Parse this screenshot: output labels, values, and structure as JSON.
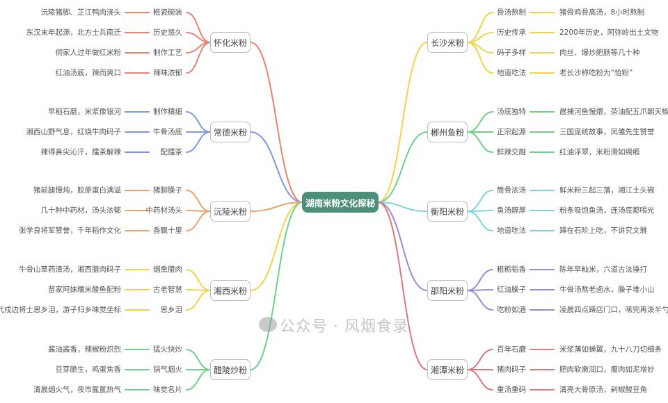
{
  "center": "湖南米粉文化探秘",
  "center_color": "#4e8f7c",
  "left": [
    {
      "name": "怀化米粉",
      "color": "#e8836f",
      "items": [
        {
          "label": "粗瓷碗装",
          "detail": "沅陵猪脚、芷江鸭肉浇头"
        },
        {
          "label": "历史悠久",
          "detail": "东汉末年起源，北方士兵南迁"
        },
        {
          "label": "制作工艺",
          "detail": "侗家人过年做红米粉"
        },
        {
          "label": "辣味浓郁",
          "detail": "红油汤底，辣而爽口"
        }
      ]
    },
    {
      "name": "常德米粉",
      "color": "#8096e0",
      "items": [
        {
          "label": "制作精细",
          "detail": "早稻石磨，米浆像银河"
        },
        {
          "label": "牛骨汤底",
          "detail": "湘西山野气息，红烧牛肉码子"
        },
        {
          "label": "配擂茶",
          "detail": "辣得鼻尖沁汗，擂茶解辣"
        }
      ]
    },
    {
      "name": "沅陵米粉",
      "color": "#f0a070",
      "items": [
        {
          "label": "猪脚臊子",
          "detail": "猪前腿慢炖，胶原蛋白满溢"
        },
        {
          "label": "中药材汤头",
          "detail": "几十种中药材，汤头浓郁"
        },
        {
          "label": "香飘十里",
          "detail": "张学良将军赞誉，千年稻作文化"
        }
      ]
    },
    {
      "name": "湘西米粉",
      "color": "#f2d24e",
      "items": [
        {
          "label": "烟熏腊肉",
          "detail": "牛骨山草药清汤，湘西腊肉码子"
        },
        {
          "label": "古老智慧",
          "detail": "苗家阿妹糯米酸鱼配粉"
        },
        {
          "label": "思乡泪",
          "detail": "清代戍边将士思乡泪，游子归乡味觉坐标"
        }
      ]
    },
    {
      "name": "醴陵炒粉",
      "color": "#6fd08a",
      "items": [
        {
          "label": "猛火快炒",
          "detail": "酱油酱香，辣椒粉炽烈"
        },
        {
          "label": "锅气烟火",
          "detail": "豆芽脆生，鸡蛋焦香"
        },
        {
          "label": "味觉名片",
          "detail": "清晨烟火气，夜市氤氲热气"
        }
      ]
    }
  ],
  "right": [
    {
      "name": "长沙米粉",
      "color": "#f2d24e",
      "items": [
        {
          "label": "骨汤熬制",
          "detail": "猪骨鸡骨高汤，8小时熬制"
        },
        {
          "label": "历史传承",
          "detail": "2200年历史，阿弥岭出土文物"
        },
        {
          "label": "码子多样",
          "detail": "肉丝、爆炒肥肠等几十种"
        },
        {
          "label": "地道吃法",
          "detail": "老长沙称吃粉为“恰粉”"
        }
      ]
    },
    {
      "name": "郴州鱼粉",
      "color": "#6fd08a",
      "items": [
        {
          "label": "汤底独特",
          "detail": "晨捕河鱼慢煨，茶油配五爪朝天椒"
        },
        {
          "label": "正宗起源",
          "detail": "三国庞统故事，凤雏先生赞誉"
        },
        {
          "label": "鲜辣交融",
          "detail": "红油浮翠，米粉滑如绸缎"
        }
      ]
    },
    {
      "name": "衡阳米粉",
      "color": "#7ed6dc",
      "items": [
        {
          "label": "筒骨浓汤",
          "detail": "鲜米粉三起三落，湘江土头碗"
        },
        {
          "label": "鱼汤醇厚",
          "detail": "粉条吸饱鱼汤，连汤底都喝光"
        },
        {
          "label": "地道吃法",
          "detail": "蹲在石阶上吃，不讲究文雅"
        }
      ]
    },
    {
      "name": "邵阳米粉",
      "color": "#9a8ad6",
      "items": [
        {
          "label": "粗粝稻香",
          "detail": "陈年早籼米，六道古法捶打"
        },
        {
          "label": "红油臊子",
          "detail": "牛骨汤熬老卤水，臊子堆小山"
        },
        {
          "label": "吃粉如酒",
          "detail": "凌晨四点蹲店门口，嗦完再泼半勺"
        }
      ]
    },
    {
      "name": "湘潭米粉",
      "color": "#d87a7a",
      "items": [
        {
          "label": "百年石磨",
          "detail": "米浆薄如蝉翼，九十八刀切细条"
        },
        {
          "label": "猪肉码子",
          "detail": "肥肉软嫩润口，瘦肉如泥增妙"
        },
        {
          "label": "重汤重码",
          "detail": "清亮大骨原汤，剁椒酸豆角"
        }
      ]
    }
  ],
  "watermark": "公众号 · 风烟食录"
}
